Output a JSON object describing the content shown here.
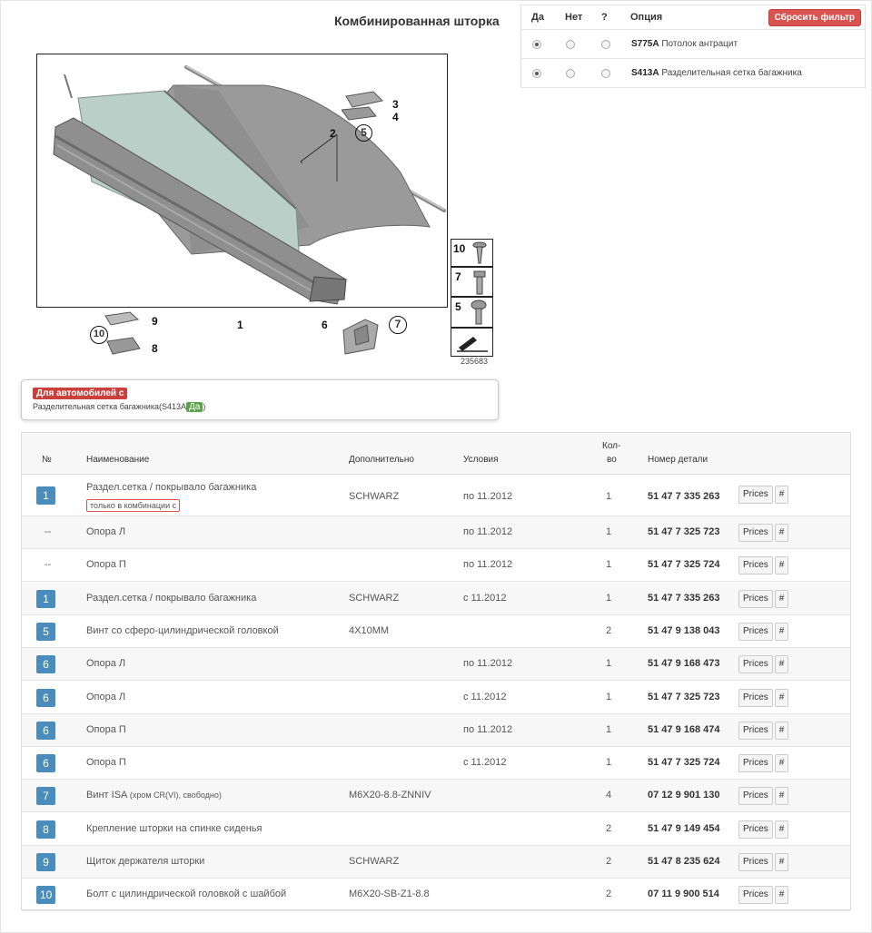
{
  "diagram": {
    "title": "Комбинированная шторка",
    "callouts": [
      "1",
      "2",
      "3",
      "4",
      "5",
      "6",
      "7",
      "8",
      "9",
      "10"
    ],
    "hardware": [
      {
        "num": "10",
        "icon": "screw-icon"
      },
      {
        "num": "7",
        "icon": "bolt-icon"
      },
      {
        "num": "5",
        "icon": "round-head-screw-icon"
      }
    ],
    "diagram_id": "235683"
  },
  "filter": {
    "headers": {
      "yes": "Да",
      "no": "Нет",
      "unknown": "?",
      "option": "Опция"
    },
    "reset_label": "Сбросить фильтр",
    "reset_color": "#d9534f",
    "options": [
      {
        "code": "S775A",
        "label": "Потолок антрацит",
        "selected": "yes"
      },
      {
        "code": "S413A",
        "label": "Разделительная сетка багажника",
        "selected": "yes"
      }
    ]
  },
  "condition": {
    "label": "Для автомобилей с",
    "text": "Разделительная сетка багажника(S413A",
    "value": "Да",
    "close": ")"
  },
  "table": {
    "headers": {
      "num": "№",
      "name": "Наименование",
      "extra": "Дополнительно",
      "cond": "Условия",
      "qty_line1": "Кол-",
      "qty_line2": "во",
      "part": "Номер детали"
    },
    "prices_label": "Prices",
    "hash_label": "#",
    "badge_color": "#4a8dbd",
    "rows": [
      {
        "num": "1",
        "name": "Раздел.сетка / покрывало багажника",
        "note": "только в комбинации с",
        "extra": "SCHWARZ",
        "cond": "по 11.2012",
        "qty": "1",
        "part": "51 47 7 335 263"
      },
      {
        "num": "--",
        "name": "Опора Л",
        "extra": "",
        "cond": "по 11.2012",
        "qty": "1",
        "part": "51 47 7 325 723"
      },
      {
        "num": "--",
        "name": "Опора П",
        "extra": "",
        "cond": "по 11.2012",
        "qty": "1",
        "part": "51 47 7 325 724"
      },
      {
        "num": "1",
        "name": "Раздел.сетка / покрывало багажника",
        "extra": "SCHWARZ",
        "cond": "с 11.2012",
        "qty": "1",
        "part": "51 47 7 335 263"
      },
      {
        "num": "5",
        "name": "Винт со сферо-цилиндрической головкой",
        "extra": "4X10MM",
        "cond": "",
        "qty": "2",
        "part": "51 47 9 138 043"
      },
      {
        "num": "6",
        "name": "Опора Л",
        "extra": "",
        "cond": "по 11.2012",
        "qty": "1",
        "part": "51 47 9 168 473"
      },
      {
        "num": "6",
        "name": "Опора Л",
        "extra": "",
        "cond": "с 11.2012",
        "qty": "1",
        "part": "51 47 7 325 723"
      },
      {
        "num": "6",
        "name": "Опора П",
        "extra": "",
        "cond": "по 11.2012",
        "qty": "1",
        "part": "51 47 9 168 474"
      },
      {
        "num": "6",
        "name": "Опора П",
        "extra": "",
        "cond": "с 11.2012",
        "qty": "1",
        "part": "51 47 7 325 724"
      },
      {
        "num": "7",
        "name": "Винт ISA",
        "name_small": "(хром CR(VI), свободно)",
        "extra": "M6X20-8.8-ZNNIV",
        "cond": "",
        "qty": "4",
        "part": "07 12 9 901 130"
      },
      {
        "num": "8",
        "name": "Крепление шторки на спинке сиденья",
        "extra": "",
        "cond": "",
        "qty": "2",
        "part": "51 47 9 149 454"
      },
      {
        "num": "9",
        "name": "Щиток держателя шторки",
        "extra": "SCHWARZ",
        "cond": "",
        "qty": "2",
        "part": "51 47 8 235 624"
      },
      {
        "num": "10",
        "name": "Болт с цилиндрической головкой с шайбой",
        "extra": "M6X20-SB-Z1-8.8",
        "cond": "",
        "qty": "2",
        "part": "07 11 9 900 514"
      }
    ]
  }
}
